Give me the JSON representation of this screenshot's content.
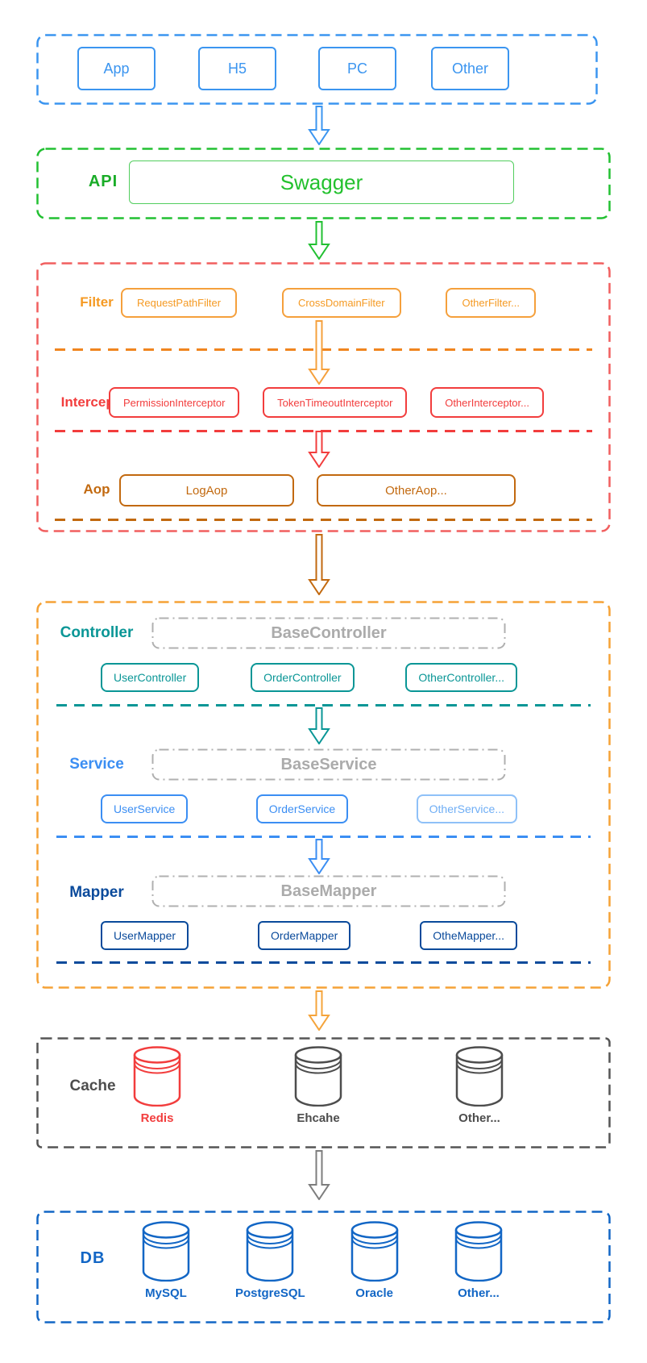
{
  "client": {
    "items": [
      "App",
      "H5",
      "PC",
      "Other"
    ]
  },
  "api": {
    "label": "API",
    "box": "Swagger"
  },
  "filter": {
    "label": "Filter",
    "items": [
      "RequestPathFilter",
      "CrossDomainFilter",
      "OtherFilter..."
    ]
  },
  "interceptor": {
    "label": "Interceptor",
    "items": [
      "PermissionInterceptor",
      "TokenTimeoutInterceptor",
      "OtherInterceptor..."
    ]
  },
  "aop": {
    "label": "Aop",
    "items": [
      "LogAop",
      "OtherAop..."
    ]
  },
  "controller": {
    "label": "Controller",
    "base": "BaseController",
    "items": [
      "UserController",
      "OrderController",
      "OtherController..."
    ]
  },
  "service": {
    "label": "Service",
    "base": "BaseService",
    "items": [
      "UserService",
      "OrderService",
      "OtherService..."
    ]
  },
  "mapper": {
    "label": "Mapper",
    "base": "BaseMapper",
    "items": [
      "UserMapper",
      "OrderMapper",
      "OtheMapper..."
    ]
  },
  "cache": {
    "label": "Cache",
    "items": [
      "Redis",
      "Ehcahe",
      "Other..."
    ]
  },
  "db": {
    "label": "DB",
    "items": [
      "MySQL",
      "PostgreSQL",
      "Oracle",
      "Other..."
    ]
  },
  "colors": {
    "client_blue": "#3B95F0",
    "api_green": "#22C032",
    "gateway_red": "#F15F5F",
    "filter_orange": "#F59A23",
    "interceptor_red": "#F23D3D",
    "aop_brown": "#C2690F",
    "business_orange": "#F5A236",
    "controller_teal": "#0A9696",
    "service_blue": "#3B8EF3",
    "mapper_navy": "#0A4A9B",
    "base_gray": "#ABABAB",
    "cache_gray": "#4D4D4D",
    "db_blue": "#1266C5"
  }
}
